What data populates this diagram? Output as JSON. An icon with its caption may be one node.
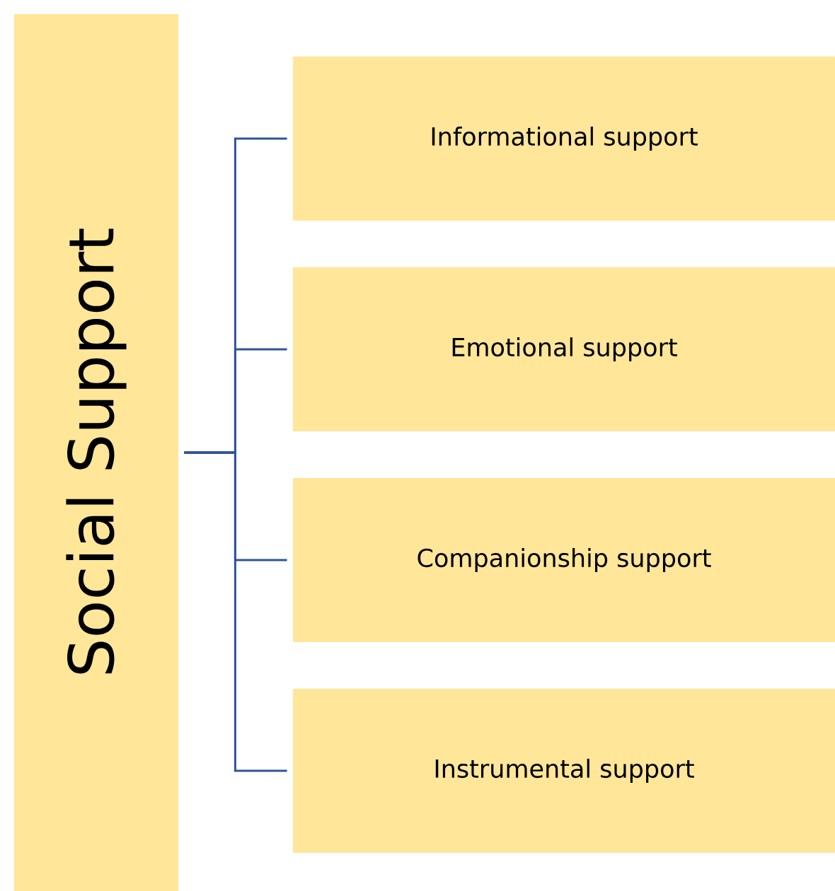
{
  "diagram": {
    "nodes": [
      {
        "text": [
          "Social Support"
        ]
      },
      {
        "text": [
          "Informational support"
        ]
      },
      {
        "text": [
          "Emotional support"
        ]
      },
      {
        "text": [
          "Companionship support"
        ]
      },
      {
        "text": [
          "Instrumental support"
        ]
      }
    ],
    "edges": [
      {
        "from": 0,
        "to": 1,
        "arrow": "none"
      },
      {
        "from": 0,
        "to": 2,
        "arrow": "none"
      },
      {
        "from": 0,
        "to": 3,
        "arrow": "none"
      },
      {
        "from": 0,
        "to": 4,
        "arrow": "none"
      }
    ]
  }
}
